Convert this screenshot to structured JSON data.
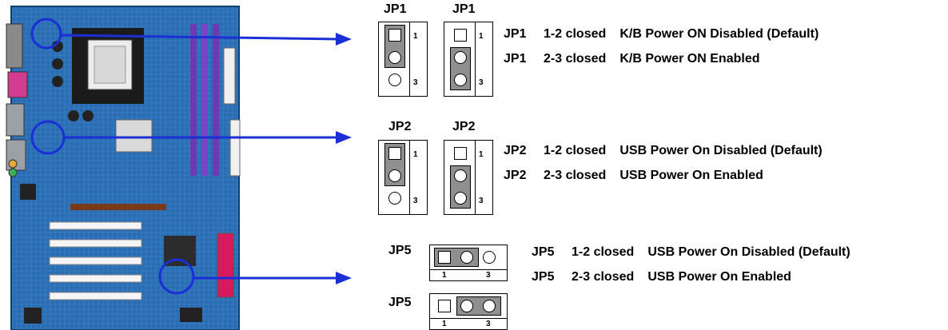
{
  "jumpers": [
    {
      "id": "JP1",
      "headers": [
        "JP1",
        "JP1"
      ],
      "pin_labels": [
        "1",
        "3"
      ],
      "settings": [
        {
          "jumper": "JP1",
          "pins": "1-2 closed",
          "function": "K/B Power ON Disabled (Default)"
        },
        {
          "jumper": "JP1",
          "pins": "2-3 closed",
          "function": "K/B Power ON Enabled"
        }
      ]
    },
    {
      "id": "JP2",
      "headers": [
        "JP2",
        "JP2"
      ],
      "pin_labels": [
        "1",
        "3"
      ],
      "settings": [
        {
          "jumper": "JP2",
          "pins": "1-2 closed",
          "function": "USB Power On Disabled (Default)"
        },
        {
          "jumper": "JP2",
          "pins": "2-3 closed",
          "function": "USB Power On Enabled"
        }
      ]
    },
    {
      "id": "JP5",
      "headers": [
        "JP5",
        "JP5"
      ],
      "pin_labels": [
        "1",
        "3"
      ],
      "settings": [
        {
          "jumper": "JP5",
          "pins": "1-2 closed",
          "function": "USB Power On Disabled (Default)"
        },
        {
          "jumper": "JP5",
          "pins": "2-3 closed",
          "function": "USB Power On Enabled"
        }
      ]
    }
  ],
  "colors": {
    "pcb": "#1f63a8",
    "arrow": "#1a2fd6",
    "highlight_circle": "#1a2fd6",
    "jumper_cap": "#8f8f8f"
  }
}
